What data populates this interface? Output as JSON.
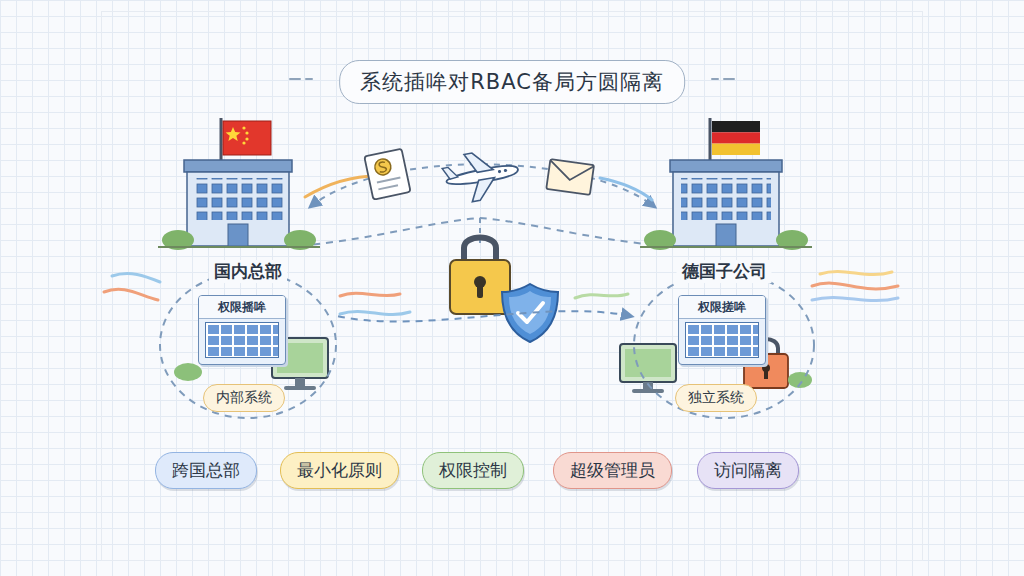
{
  "diagram": {
    "title": "系统插哞对RBAC备局方圆隔离",
    "nodes": [
      {
        "text": [
          "国内总部"
        ]
      },
      {
        "text": [
          "权限摇哞"
        ],
        "in": 0
      },
      {
        "text": [
          "内部系统"
        ],
        "in": 0
      },
      {
        "text": [
          "德国子公司"
        ]
      },
      {
        "text": [
          "权限搓哞"
        ],
        "in": 3
      },
      {
        "text": [
          "独立系统"
        ],
        "in": 3
      },
      {
        "text": [
          "跨国总部"
        ]
      },
      {
        "text": [
          "最小化原则"
        ]
      },
      {
        "text": [
          "权限控制"
        ]
      },
      {
        "text": [
          "超级管理员"
        ]
      },
      {
        "text": [
          "访问隔离"
        ]
      }
    ],
    "edges": [
      {
        "from": 0,
        "to": 3,
        "arrow": "to"
      }
    ]
  }
}
